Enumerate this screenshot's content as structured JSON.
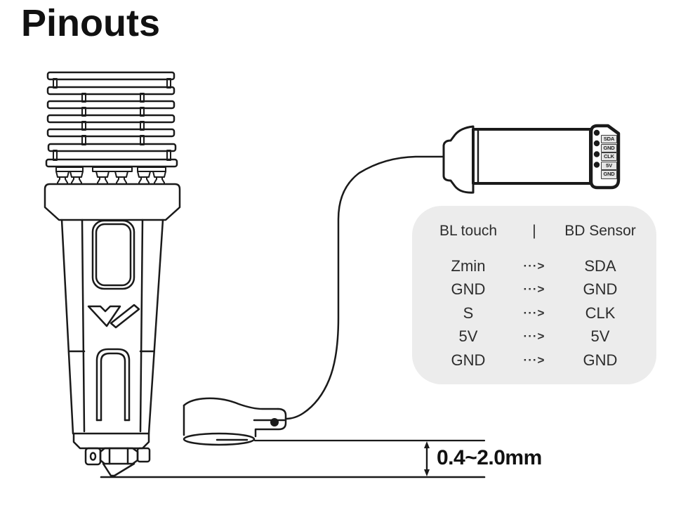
{
  "title": "Pinouts",
  "connector": {
    "pin_labels": [
      "SDA",
      "GND",
      "CLK",
      "5V",
      "GND"
    ]
  },
  "pinout_table": {
    "header": {
      "left": "BL touch",
      "divider": "|",
      "right": "BD Sensor"
    },
    "arrow": "···>",
    "rows": [
      {
        "bl_touch": "Zmin",
        "bd_sensor": "SDA"
      },
      {
        "bl_touch": "GND",
        "bd_sensor": "GND"
      },
      {
        "bl_touch": "S",
        "bd_sensor": "CLK"
      },
      {
        "bl_touch": "5V",
        "bd_sensor": "5V"
      },
      {
        "bl_touch": "GND",
        "bd_sensor": "GND"
      }
    ]
  },
  "measurement": {
    "label": "0.4~2.0mm"
  },
  "colors": {
    "line": "#1a1a1a",
    "table_background": "#ececec",
    "table_text": "#2d2d2d",
    "pin_label_background": "#e4e4e4"
  }
}
